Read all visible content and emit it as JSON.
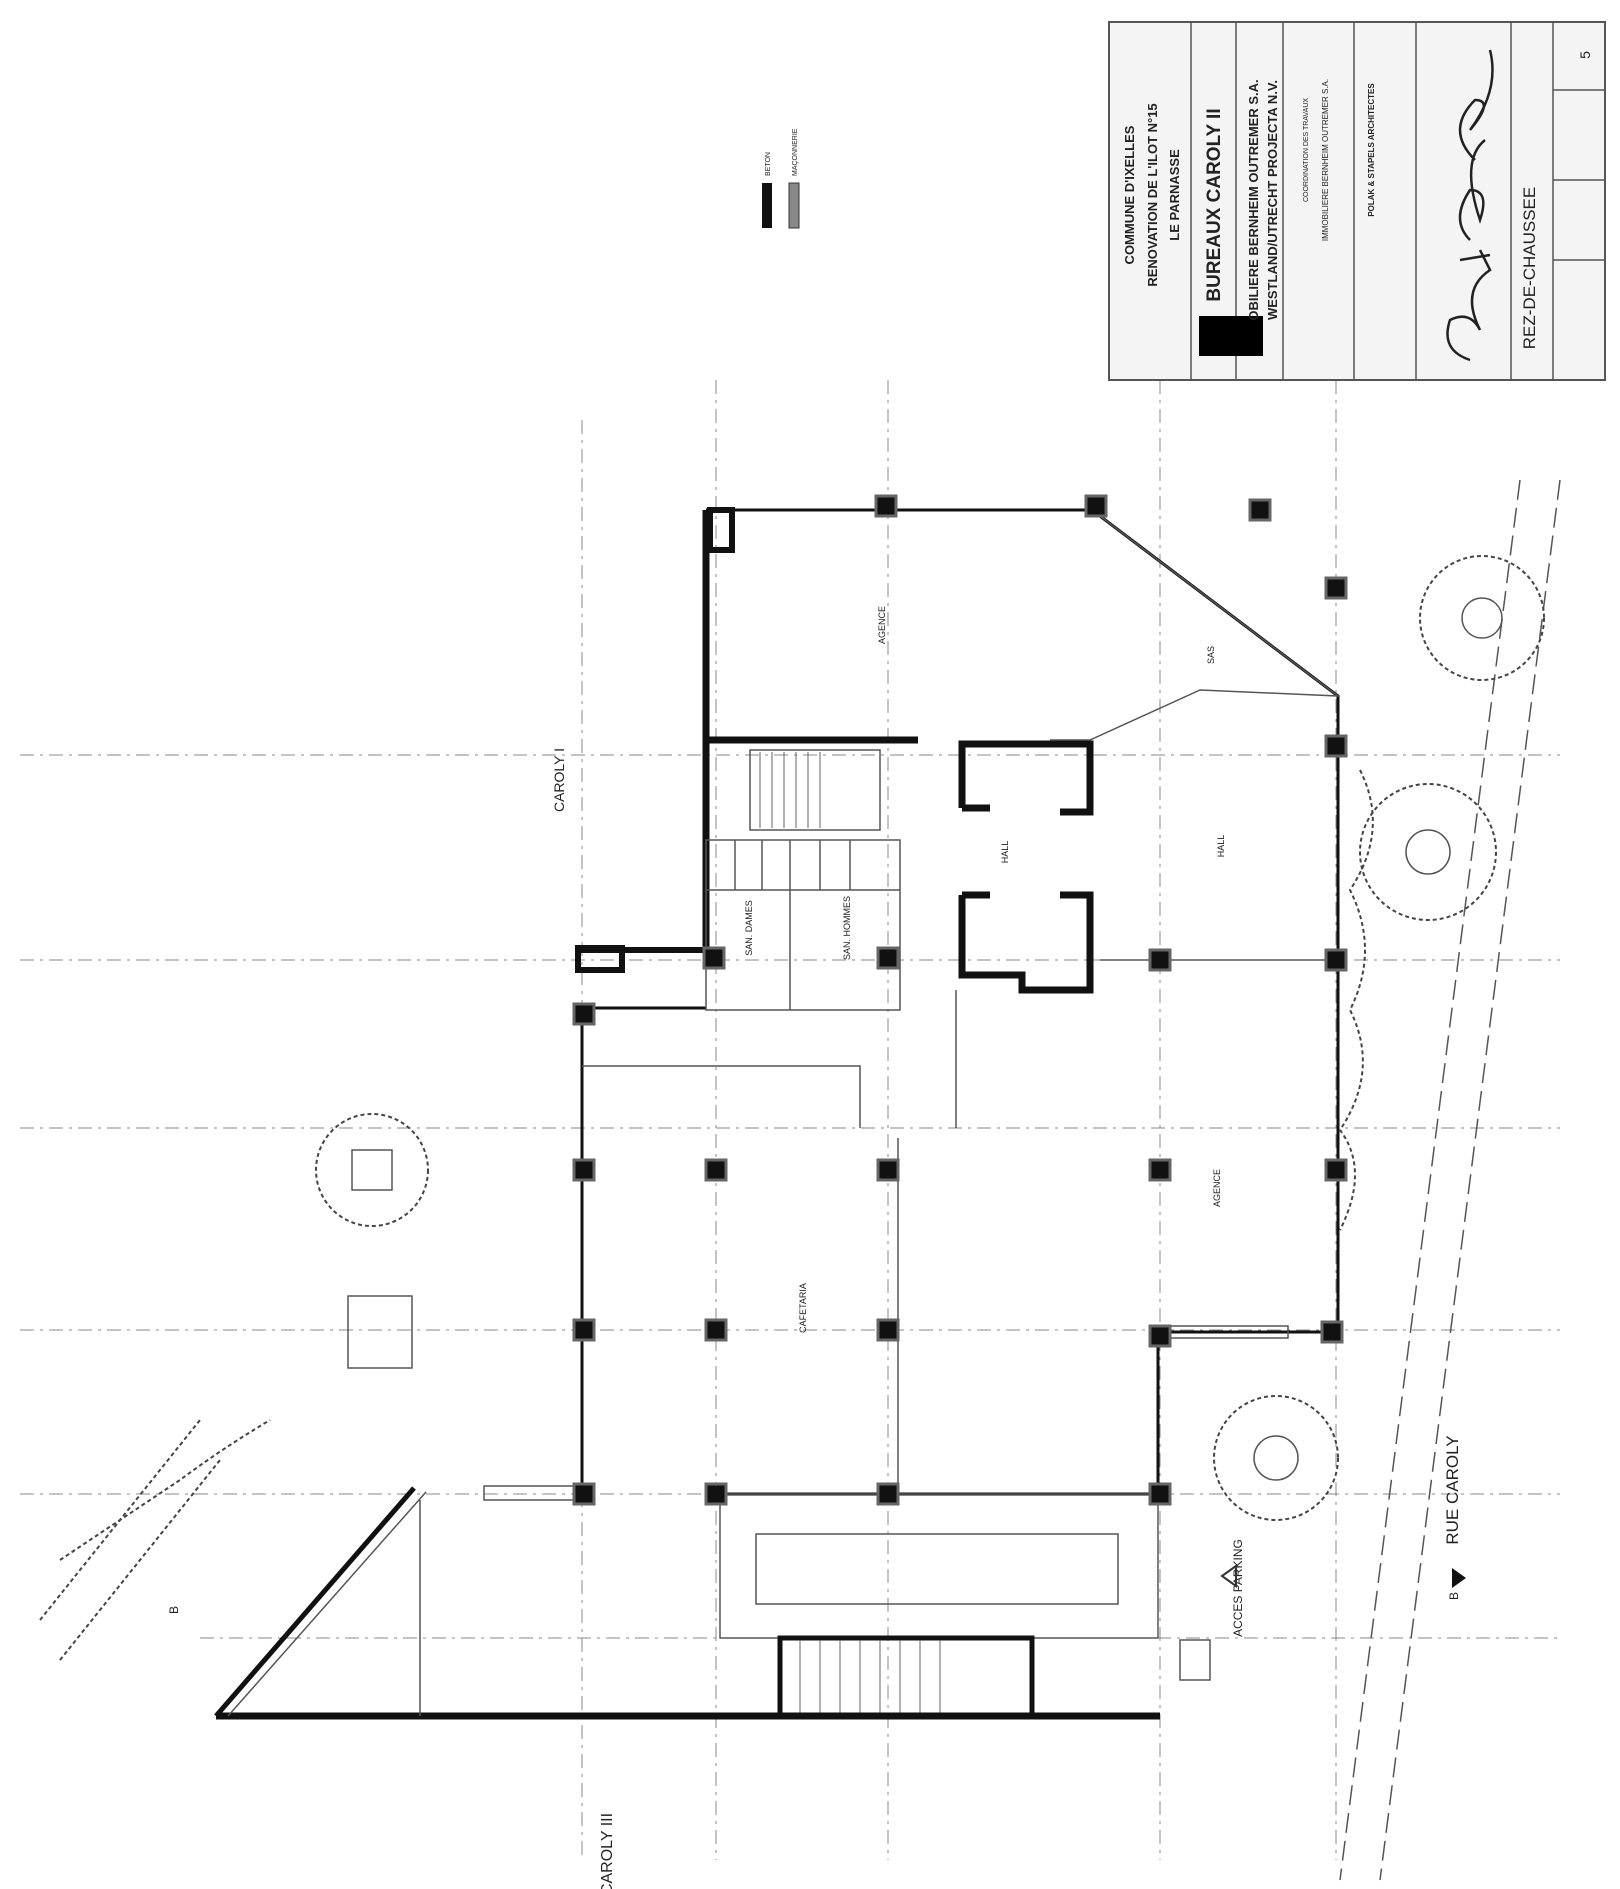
{
  "title_block": {
    "municipality": "COMMUNE D'IXELLES",
    "project": "RENOVATION DE L'ILOT N°15",
    "site": "LE PARNASSE",
    "building": "BUREAUX CAROLY II",
    "owner_1": "OBILIERE BERNHEIM OUTREMER S.A.",
    "owner_2": "WESTLAND/UTRECHT PROJECTA N.V.",
    "coordination_label": "COORDINATION DES TRAVAUX",
    "coordinator": "IMMOBILIERE BERNHEIM OUTREMER S.A.",
    "architects": "POLAK & STAPELS ARCHITECTES",
    "sheet_title": "REZ-DE-CHAUSSEE",
    "plan_number": "5"
  },
  "legend": {
    "items": [
      {
        "label": "BETON",
        "color": "#111111"
      },
      {
        "label": "MAÇONNERIE",
        "color": "#888888"
      }
    ]
  },
  "plan": {
    "rooms": {
      "agence_north": "AGENCE",
      "sas": "SAS",
      "hall_main": "HALL",
      "hall_core": "HALL",
      "san_dames": "SAN. DAMES",
      "san_hommes": "SAN. HOMMES",
      "agence_south": "AGENCE",
      "cafetaria": "CAFETARIA"
    },
    "labels": {
      "caroly_1": "CAROLY I",
      "caroly_3": "CAROLY III",
      "street": "RUE CAROLY",
      "parking": "ACCES PARKING",
      "section_left": "B",
      "section_right": "B"
    }
  },
  "colors": {
    "ink": "#111111",
    "paper": "#ffffff"
  }
}
